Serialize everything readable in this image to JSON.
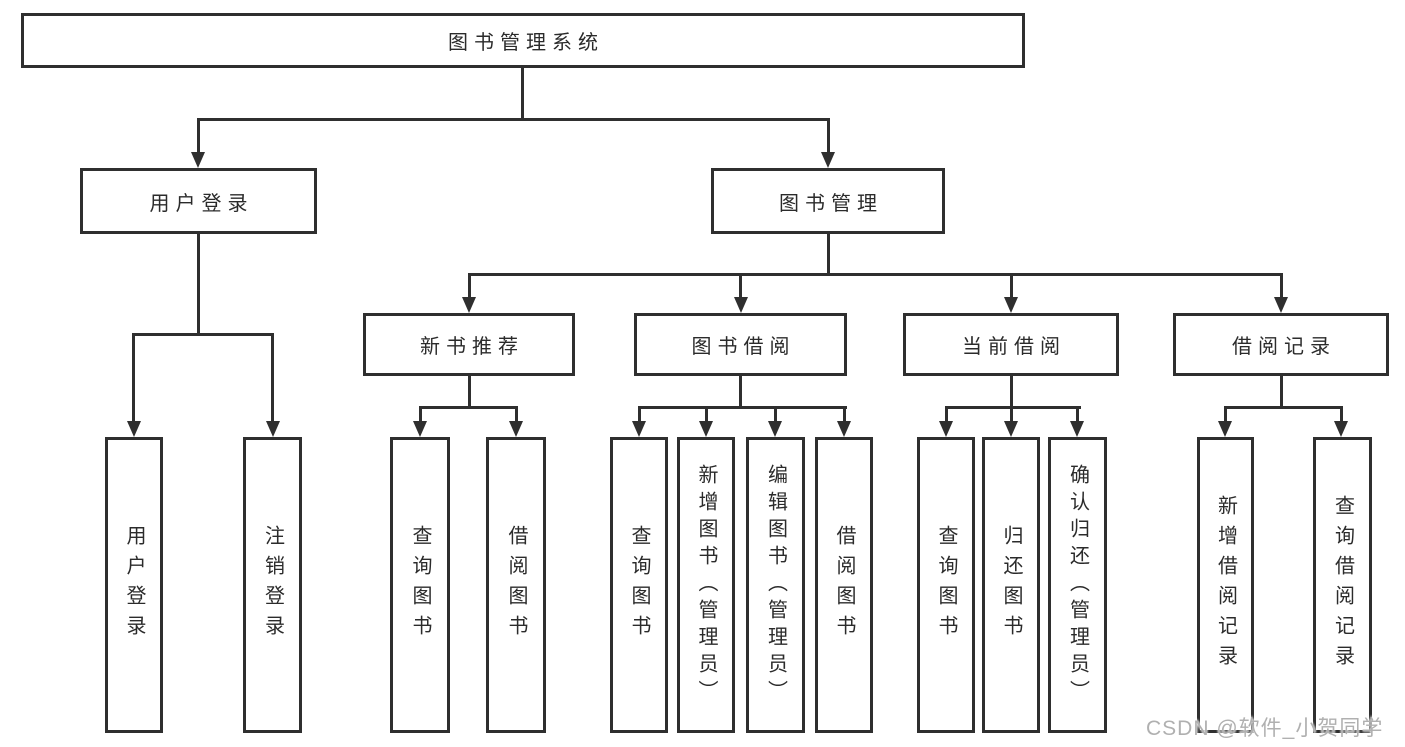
{
  "diagram": {
    "nodes": {
      "root": "图书管理系统",
      "user_login": "用户登录",
      "book_mgmt": "图书管理",
      "new_book_rec": "新书推荐",
      "book_borrow": "图书借阅",
      "current_borrow": "当前借阅",
      "borrow_record": "借阅记录",
      "leaf_user_login": "用户登录",
      "leaf_logout": "注销登录",
      "leaf_nb_query": "查询图书",
      "leaf_nb_borrow": "借阅图书",
      "leaf_bb_query": "查询图书",
      "leaf_bb_add": "新增图书（管理员）",
      "leaf_bb_edit": "编辑图书（管理员）",
      "leaf_bb_borrow": "借阅图书",
      "leaf_cb_query": "查询图书",
      "leaf_cb_return": "归还图书",
      "leaf_cb_confirm": "确认归还（管理员）",
      "leaf_br_add": "新增借阅记录",
      "leaf_br_query": "查询借阅记录"
    },
    "watermark": "CSDN @软件_小贺同学",
    "colors": {
      "line": "#2f2f2f",
      "text": "#2b2b2b",
      "watermark_text": "#b0b0b0",
      "background": "#ffffff"
    }
  }
}
